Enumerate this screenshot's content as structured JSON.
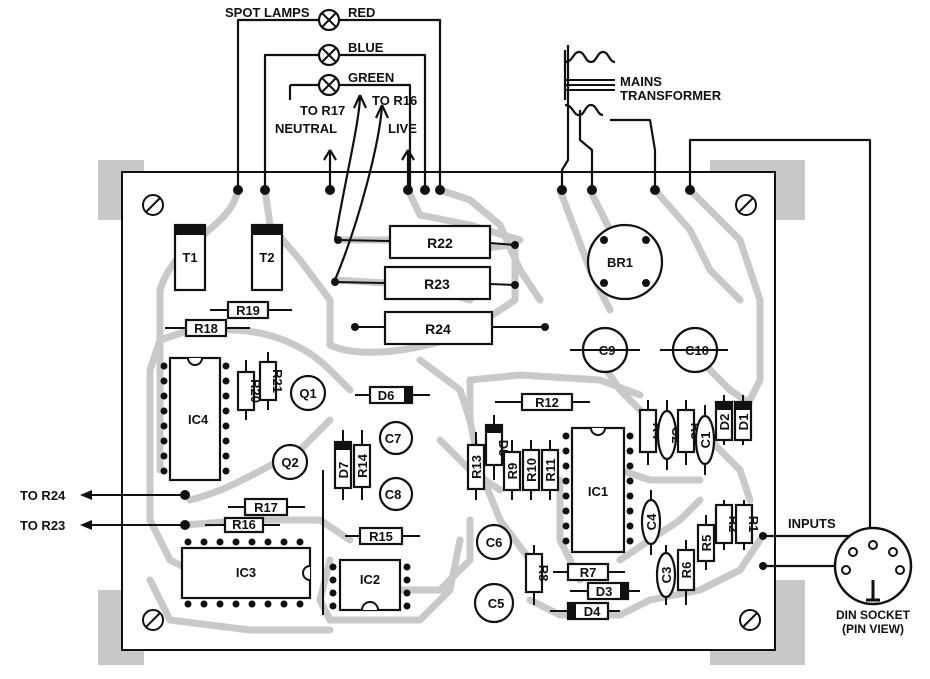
{
  "labels": {
    "spot_lamps": "SPOT LAMPS",
    "red": "RED",
    "blue": "BLUE",
    "green": "GREEN",
    "to_r17": "TO R17",
    "to_r16": "TO R16",
    "neutral": "NEUTRAL",
    "live": "LIVE",
    "mains": "MAINS",
    "transformer": "TRANSFORMER",
    "to_r24": "TO R24",
    "to_r23": "TO R23",
    "inputs": "INPUTS",
    "din_socket": "DIN SOCKET",
    "pin_view": "(PIN VIEW)"
  },
  "components": {
    "r22": "R22",
    "r23": "R23",
    "r24": "R24",
    "t1": "T1",
    "t2": "T2",
    "r19": "R19",
    "r18": "R18",
    "r20": "R20",
    "r21": "R21",
    "ic4": "IC4",
    "q1": "Q1",
    "q2": "Q2",
    "d6": "D6",
    "d7": "D7",
    "r14": "R14",
    "c7": "C7",
    "c8": "C8",
    "r17": "R17",
    "r16": "R16",
    "ic3": "IC3",
    "r15": "R15",
    "ic2": "IC2",
    "br1": "BR1",
    "c9": "C9",
    "c10": "C10",
    "r12": "R12",
    "d5": "D5",
    "r13": "R13",
    "r9": "R9",
    "r10": "R10",
    "r11": "R11",
    "ic1": "IC1",
    "c6": "C6",
    "c5": "C5",
    "r8": "R8",
    "r7": "R7",
    "d3": "D3",
    "d4": "D4",
    "r4": "R4",
    "c2": "C2",
    "r3": "R3",
    "c1": "C1",
    "d2": "D2",
    "d1": "D1",
    "c4": "C4",
    "c3": "C3",
    "r6": "R6",
    "r5": "R5",
    "r2": "R2",
    "r1": "R1"
  }
}
